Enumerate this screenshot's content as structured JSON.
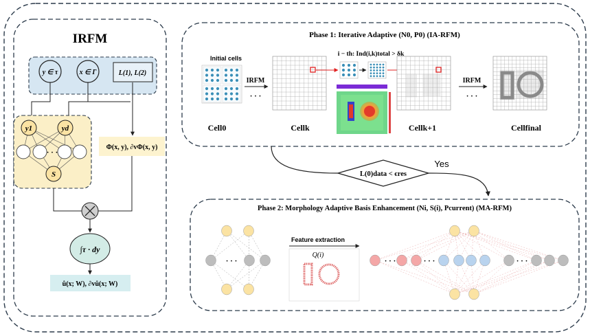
{
  "irfm": {
    "title": "IRFM",
    "inputs": [
      "y ∈ τ",
      "x ∈ Γ",
      "L(1), L(2)"
    ],
    "net": {
      "top_left": "y1",
      "top_right": "yd",
      "dots": "· · ·",
      "bottom": "S"
    },
    "phi": "Φ(x, y), ∂vΦ(x, y)",
    "integral": "∫τ · dy",
    "output": "û(x; W), ∂vû(x; W)"
  },
  "phase1": {
    "title": "Phase 1: Iterative Adaptive (N0, P0) (IA-RFM)",
    "initial_cells": "Initial cells",
    "condition": "i − th:  Ind(i,k)total > δk",
    "irfm_label": "IRFM",
    "ellipsis": "· · ·",
    "labels": [
      "Cell0",
      "Cellk",
      "Cellk+1",
      "Cellfinal"
    ]
  },
  "decision": {
    "condition": "L(0)data < ϵres",
    "yes": "Yes"
  },
  "phase2": {
    "title": "Phase 2: Morphology Adaptive Basis Enhancement (Ni, S(i), Pcurrent) (MA-RFM)",
    "feature_extraction": "Feature extraction",
    "q_label": "Q(i)",
    "ellipsis": "· · ·"
  },
  "colors": {
    "border": "#2b3a4a",
    "input_panel": "#d6e6f2",
    "net_panel": "#fbefc7",
    "phi_box": "#fdf3cf",
    "integral": "#d3ece6",
    "output_box": "#d6eef0",
    "node_yellow": "#fbe3a3",
    "node_gray": "#bdbdbd",
    "node_red": "#f4a7a7",
    "node_blue": "#b9d3ee",
    "cell_dot": "#3a8fb7",
    "marker_red": "#e02020"
  }
}
